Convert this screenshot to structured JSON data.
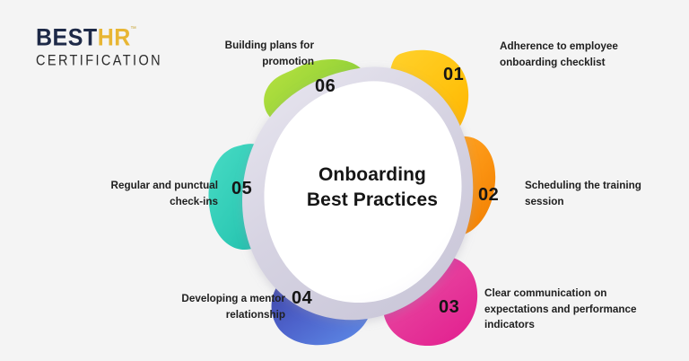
{
  "brand": {
    "name_part1": "BEST",
    "name_part2": "HR",
    "trademark": "™",
    "tagline": "CERTIFICATION"
  },
  "center": {
    "line1": "Onboarding",
    "line2": "Best Practices"
  },
  "petals": [
    {
      "number": "01",
      "caption": "Adherence to employee onboarding checklist",
      "color": "#ffc613",
      "color_end": "#ffb000",
      "side": "right"
    },
    {
      "number": "02",
      "caption": "Scheduling the training session",
      "color": "#ff9b22",
      "color_end": "#f57e06",
      "side": "right"
    },
    {
      "number": "03",
      "caption": "Clear communication on expectations and performance indicators",
      "color": "#e8309c",
      "color_end": "#d4189a",
      "side": "right"
    },
    {
      "number": "04",
      "caption": "Developing a mentor relationship",
      "color": "#5a7ee0",
      "color_end": "#4040a8",
      "side": "left"
    },
    {
      "number": "05",
      "caption": "Regular and punctual check-ins",
      "color": "#3ad1bb",
      "color_end": "#1fbda9",
      "side": "left"
    },
    {
      "number": "06",
      "caption": "Building plans for promotion",
      "color": "#a5d83a",
      "color_end": "#72c832",
      "side": "left"
    }
  ],
  "theme": {
    "background": "#f4f4f4",
    "halo": "#d7d5e2",
    "core": "#ffffff",
    "text": "#202020"
  }
}
